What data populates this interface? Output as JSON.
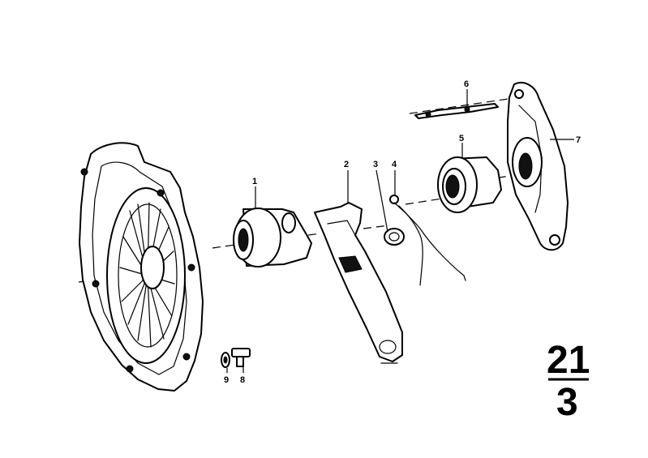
{
  "callouts": [
    {
      "id": "1",
      "label": "1"
    },
    {
      "id": "2",
      "label": "2"
    },
    {
      "id": "3",
      "label": "3"
    },
    {
      "id": "4",
      "label": "4"
    },
    {
      "id": "5",
      "label": "5"
    },
    {
      "id": "6",
      "label": "6"
    },
    {
      "id": "7",
      "label": "7"
    },
    {
      "id": "8",
      "label": "8"
    },
    {
      "id": "9",
      "label": "9"
    }
  ],
  "group": {
    "main": "21",
    "sub": "3"
  }
}
